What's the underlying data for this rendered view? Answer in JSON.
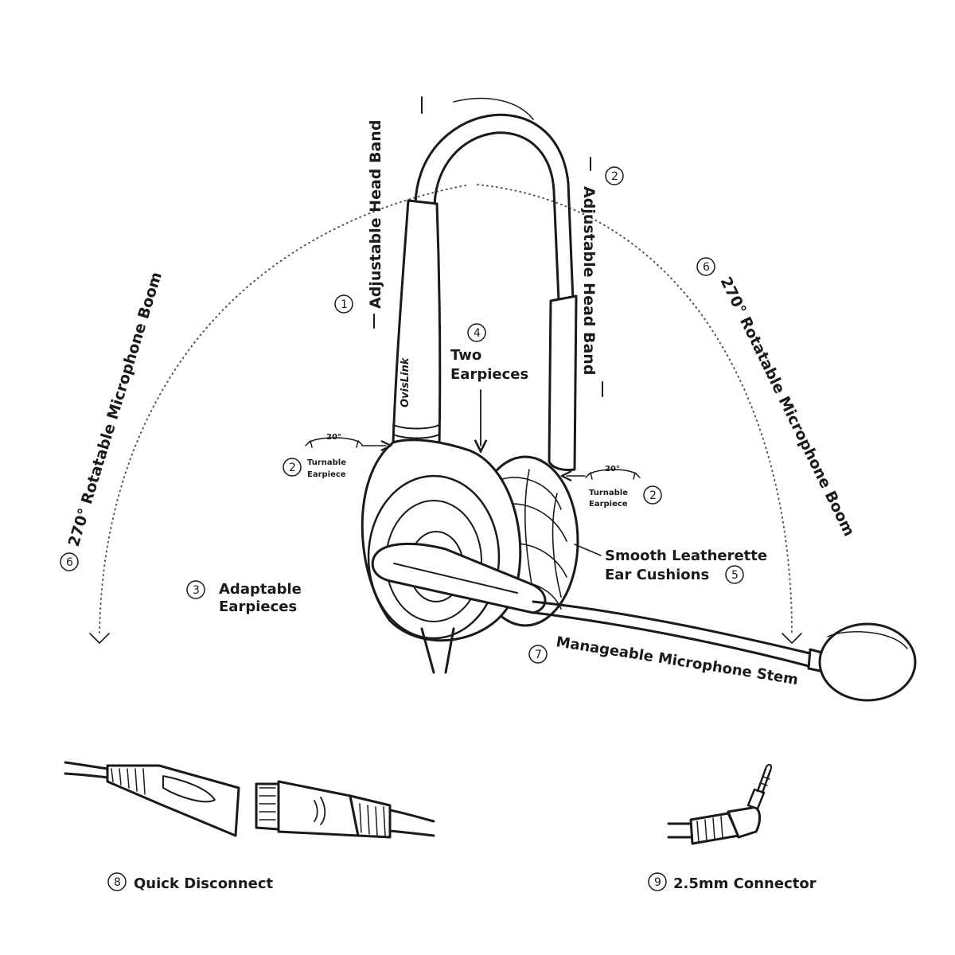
{
  "brand": "OvisLink",
  "labels": {
    "head_band_1": "Adjustable Head Band",
    "head_band_2": "Adjustable Head Band",
    "boom_left": "270° Rotatable Microphone Boom",
    "boom_right": "270° Rotatable Microphone Boom",
    "two_earpieces_line1": "Two",
    "two_earpieces_line2": "Earpieces",
    "turnable_line1": "Turnable",
    "turnable_line2": "Earpiece",
    "degrees": "20°",
    "adaptable_line1": "Adaptable",
    "adaptable_line2": "Earpieces",
    "cushions_line1": "Smooth Leatherette",
    "cushions_line2": "Ear Cushions",
    "stem": "Manageable Microphone Stem",
    "quick_disconnect": "Quick Disconnect",
    "connector": "2.5mm Connector"
  },
  "numbers": {
    "n1": "1",
    "n2": "2",
    "n3": "3",
    "n4": "4",
    "n5": "5",
    "n6": "6",
    "n7": "7",
    "n8": "8",
    "n9": "9"
  },
  "colors": {
    "ink": "#1a1a1a",
    "background": "#ffffff"
  }
}
